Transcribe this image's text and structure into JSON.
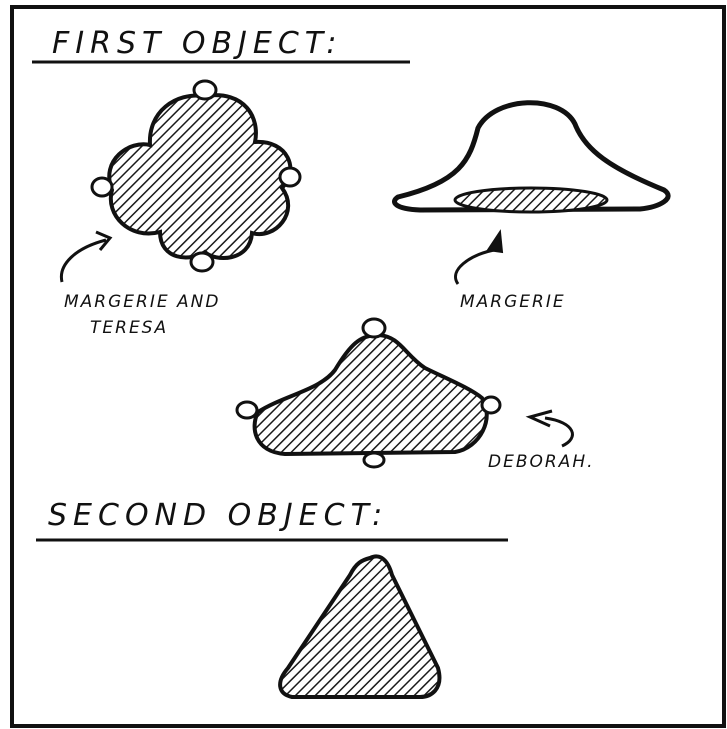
{
  "headings": {
    "first": "FIRST OBJECT:",
    "second": "SECOND OBJECT:"
  },
  "labels": {
    "margerie_teresa": "MARGERIE AND",
    "margerie_teresa_line2": "TERESA",
    "margerie": "MARGERIE",
    "deborah": "DEBORAH."
  }
}
